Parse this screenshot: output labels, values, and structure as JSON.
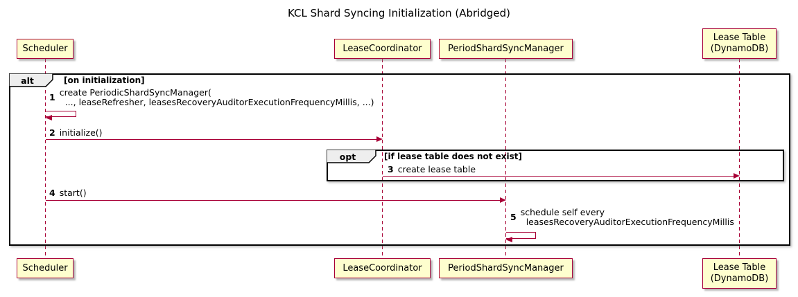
{
  "title": "KCL Shard Syncing Initialization (Abridged)",
  "participants": [
    {
      "label": "Scheduler"
    },
    {
      "label": "LeaseCoordinator"
    },
    {
      "label": "PeriodShardSyncManager"
    },
    {
      "label": "Lease Table\n(DynamoDB)"
    }
  ],
  "frames": {
    "alt": {
      "keyword": "alt",
      "condition": "[on initialization]"
    },
    "opt": {
      "keyword": "opt",
      "condition": "[if lease table does not exist]"
    }
  },
  "messages": [
    {
      "num": "1",
      "type": "self",
      "from": "Scheduler",
      "to": "Scheduler",
      "lines": [
        "create PeriodicShardSyncManager(",
        "..., leaseRefresher, leasesRecoveryAuditorExecutionFrequencyMillis, ...)"
      ]
    },
    {
      "num": "2",
      "type": "call",
      "from": "Scheduler",
      "to": "LeaseCoordinator",
      "text": "initialize()"
    },
    {
      "num": "3",
      "type": "call",
      "from": "LeaseCoordinator",
      "to": "Lease Table (DynamoDB)",
      "text": "create lease table"
    },
    {
      "num": "4",
      "type": "call",
      "from": "Scheduler",
      "to": "PeriodShardSyncManager",
      "text": "start()"
    },
    {
      "num": "5",
      "type": "self",
      "from": "PeriodShardSyncManager",
      "to": "PeriodShardSyncManager",
      "lines": [
        "schedule self every",
        "leasesRecoveryAuditorExecutionFrequencyMillis"
      ]
    }
  ],
  "colors": {
    "participant_fill": "#FEFECE",
    "participant_border": "#A80036",
    "arrow": "#A80036",
    "lifeline": "#A80036",
    "frame_border": "#000000",
    "frame_header_fill": "#EEEEEE"
  }
}
